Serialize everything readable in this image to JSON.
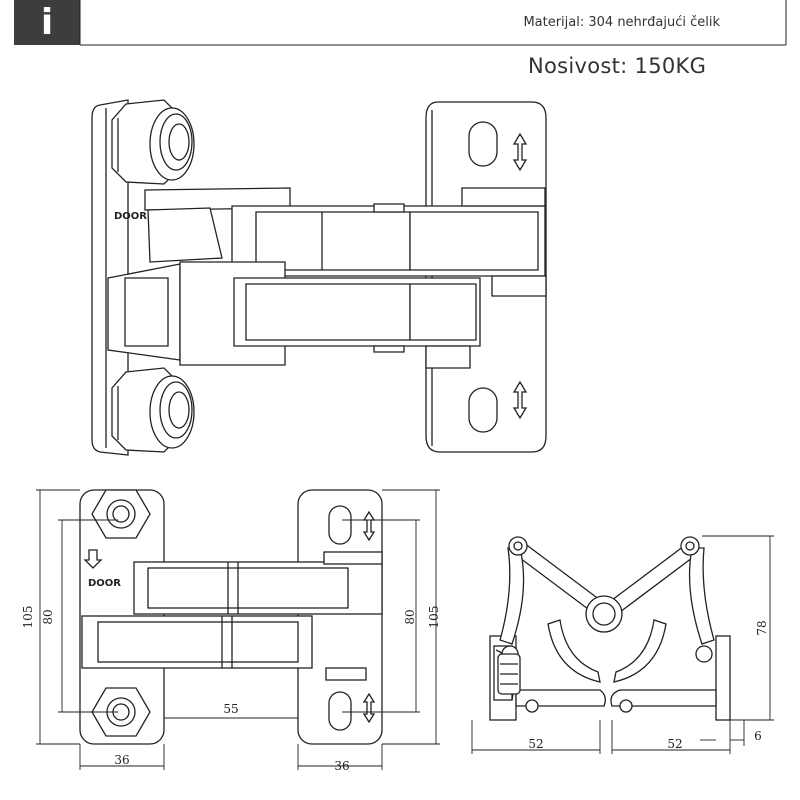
{
  "header": {
    "icon": "info-icon",
    "icon_glyph": "i",
    "material": "Materijal: 304 nehrđajući čelik"
  },
  "spec": {
    "load_capacity": "Nosivost: 150KG"
  },
  "labels": {
    "door_top": "DOOR",
    "door_bottom": "DOOR"
  },
  "dimensions": {
    "front_height_left": "105",
    "front_hole_left": "80",
    "front_span": "55",
    "front_hole_right": "80",
    "front_height_right": "105",
    "front_width_left": "36",
    "front_width_right": "36",
    "side_height": "78",
    "side_width_left": "52",
    "side_width_right": "52",
    "side_offset": "6"
  },
  "colors": {
    "header_box": "#3d3d3d",
    "line": "#222222"
  }
}
